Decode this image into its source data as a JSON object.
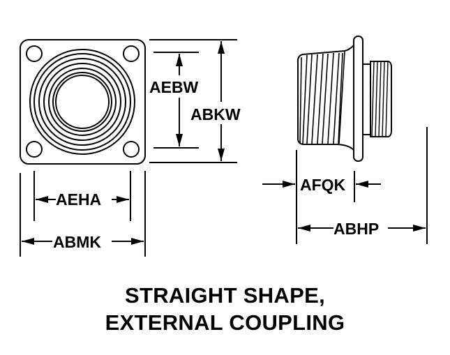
{
  "diagram": {
    "front_view": {
      "name": "square flange receptacle front view",
      "dimensions": {
        "inner_height": "AEBW",
        "outer_height": "ABKW",
        "hole_spacing": "AEHA",
        "flange_width": "ABMK"
      }
    },
    "side_view": {
      "name": "receptacle side view",
      "dimensions": {
        "thread_length": "AFQK",
        "overall_length": "ABHP"
      }
    },
    "colors": {
      "line": "#000000",
      "background": "#ffffff"
    }
  },
  "caption": {
    "line1": "STRAIGHT SHAPE,",
    "line2": "EXTERNAL COUPLING"
  }
}
